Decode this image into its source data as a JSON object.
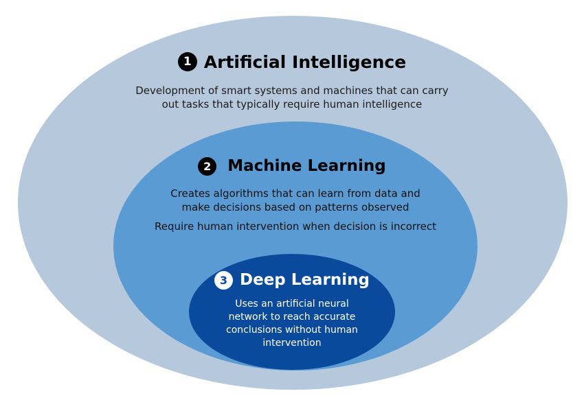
{
  "colors": {
    "ai_circle": "#b6c9dc",
    "ml_circle": "#5a9bd4",
    "dl_circle": "#0a4a9c"
  },
  "ai": {
    "number": "1",
    "title": "Artificial Intelligence",
    "description": [
      "Development of smart systems and machines that can carry",
      "out tasks that typically require human intelligence"
    ]
  },
  "ml": {
    "number": "2",
    "title": "Machine Learning",
    "description": [
      "Creates algorithms that can learn from data and",
      "make decisions based on patterns observed"
    ],
    "note": "Require human intervention when decision is incorrect"
  },
  "dl": {
    "number": "3",
    "title": "Deep Learning",
    "description": [
      "Uses an artificial neural",
      "network to reach accurate",
      "conclusions without human",
      "intervention"
    ]
  }
}
